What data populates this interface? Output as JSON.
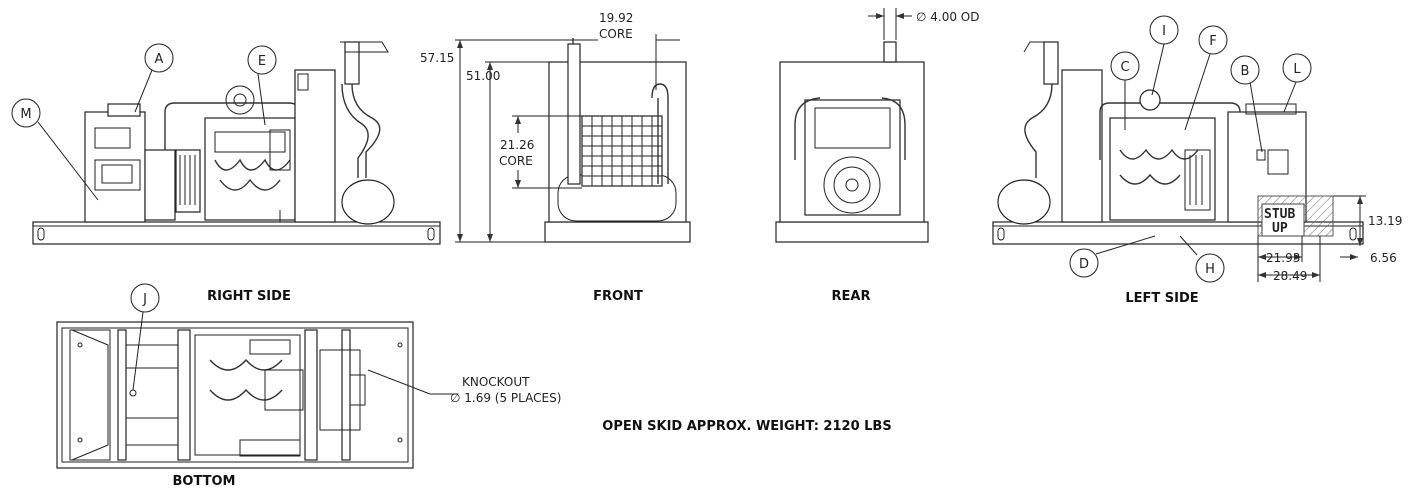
{
  "views": {
    "right_side": "RIGHT SIDE",
    "front": "FRONT",
    "rear": "REAR",
    "left_side": "LEFT SIDE",
    "bottom": "BOTTOM"
  },
  "callouts": [
    "A",
    "B",
    "C",
    "D",
    "E",
    "F",
    "H",
    "I",
    "J",
    "L",
    "M"
  ],
  "dimensions": {
    "overall_height": "57.15",
    "inner_height": "51.00",
    "core_height_value": "21.26",
    "core_height_label": "CORE",
    "core_width_value": "19.92",
    "core_width_label": "CORE",
    "exhaust_od": "∅ 4.00 OD",
    "stub_height": "13.19",
    "stub_offset": "6.56",
    "stub_width": "21.93",
    "stub_total": "28.49",
    "stub_text_1": "STUB",
    "stub_text_2": "UP"
  },
  "knockout": {
    "line1": "KNOCKOUT",
    "line2": "∅ 1.69 (5 PLACES)"
  },
  "weight_note": "OPEN SKID APPROX. WEIGHT: 2120 LBS"
}
